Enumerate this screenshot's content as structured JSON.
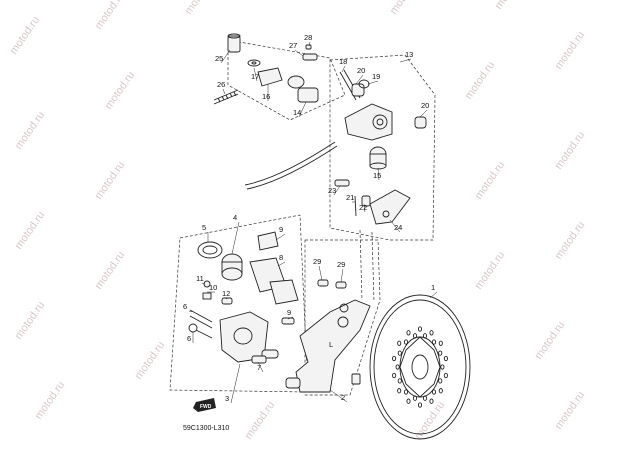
{
  "diagram_code": "59C1300-L310",
  "watermark_text": "motod.ru",
  "fwd_label": "FWD",
  "caliper_mark": "L",
  "part_labels": [
    "1",
    "2",
    "3",
    "4",
    "5",
    "6",
    "7",
    "8",
    "9",
    "10",
    "11",
    "12",
    "13",
    "14",
    "15",
    "16",
    "17",
    "18",
    "19",
    "20",
    "21",
    "22",
    "23",
    "24",
    "25",
    "26",
    "27",
    "28",
    "29"
  ],
  "callouts": [
    {
      "n": "25"
    },
    {
      "n": "17"
    },
    {
      "n": "16"
    },
    {
      "n": "28"
    },
    {
      "n": "27"
    },
    {
      "n": "26"
    },
    {
      "n": "14"
    },
    {
      "n": "13"
    },
    {
      "n": "18"
    },
    {
      "n": "20"
    },
    {
      "n": "19"
    },
    {
      "n": "20"
    },
    {
      "n": "15"
    },
    {
      "n": "23"
    },
    {
      "n": "21"
    },
    {
      "n": "22"
    },
    {
      "n": "24"
    },
    {
      "n": "4"
    },
    {
      "n": "5"
    },
    {
      "n": "9"
    },
    {
      "n": "8"
    },
    {
      "n": "29"
    },
    {
      "n": "29"
    },
    {
      "n": "11"
    },
    {
      "n": "10"
    },
    {
      "n": "12"
    },
    {
      "n": "9"
    },
    {
      "n": "6"
    },
    {
      "n": "7"
    },
    {
      "n": "6"
    },
    {
      "n": "3"
    },
    {
      "n": "2"
    },
    {
      "n": "1"
    }
  ],
  "colors": {
    "line": "#222222",
    "watermark": "#d9c9c9",
    "background": "#ffffff"
  }
}
